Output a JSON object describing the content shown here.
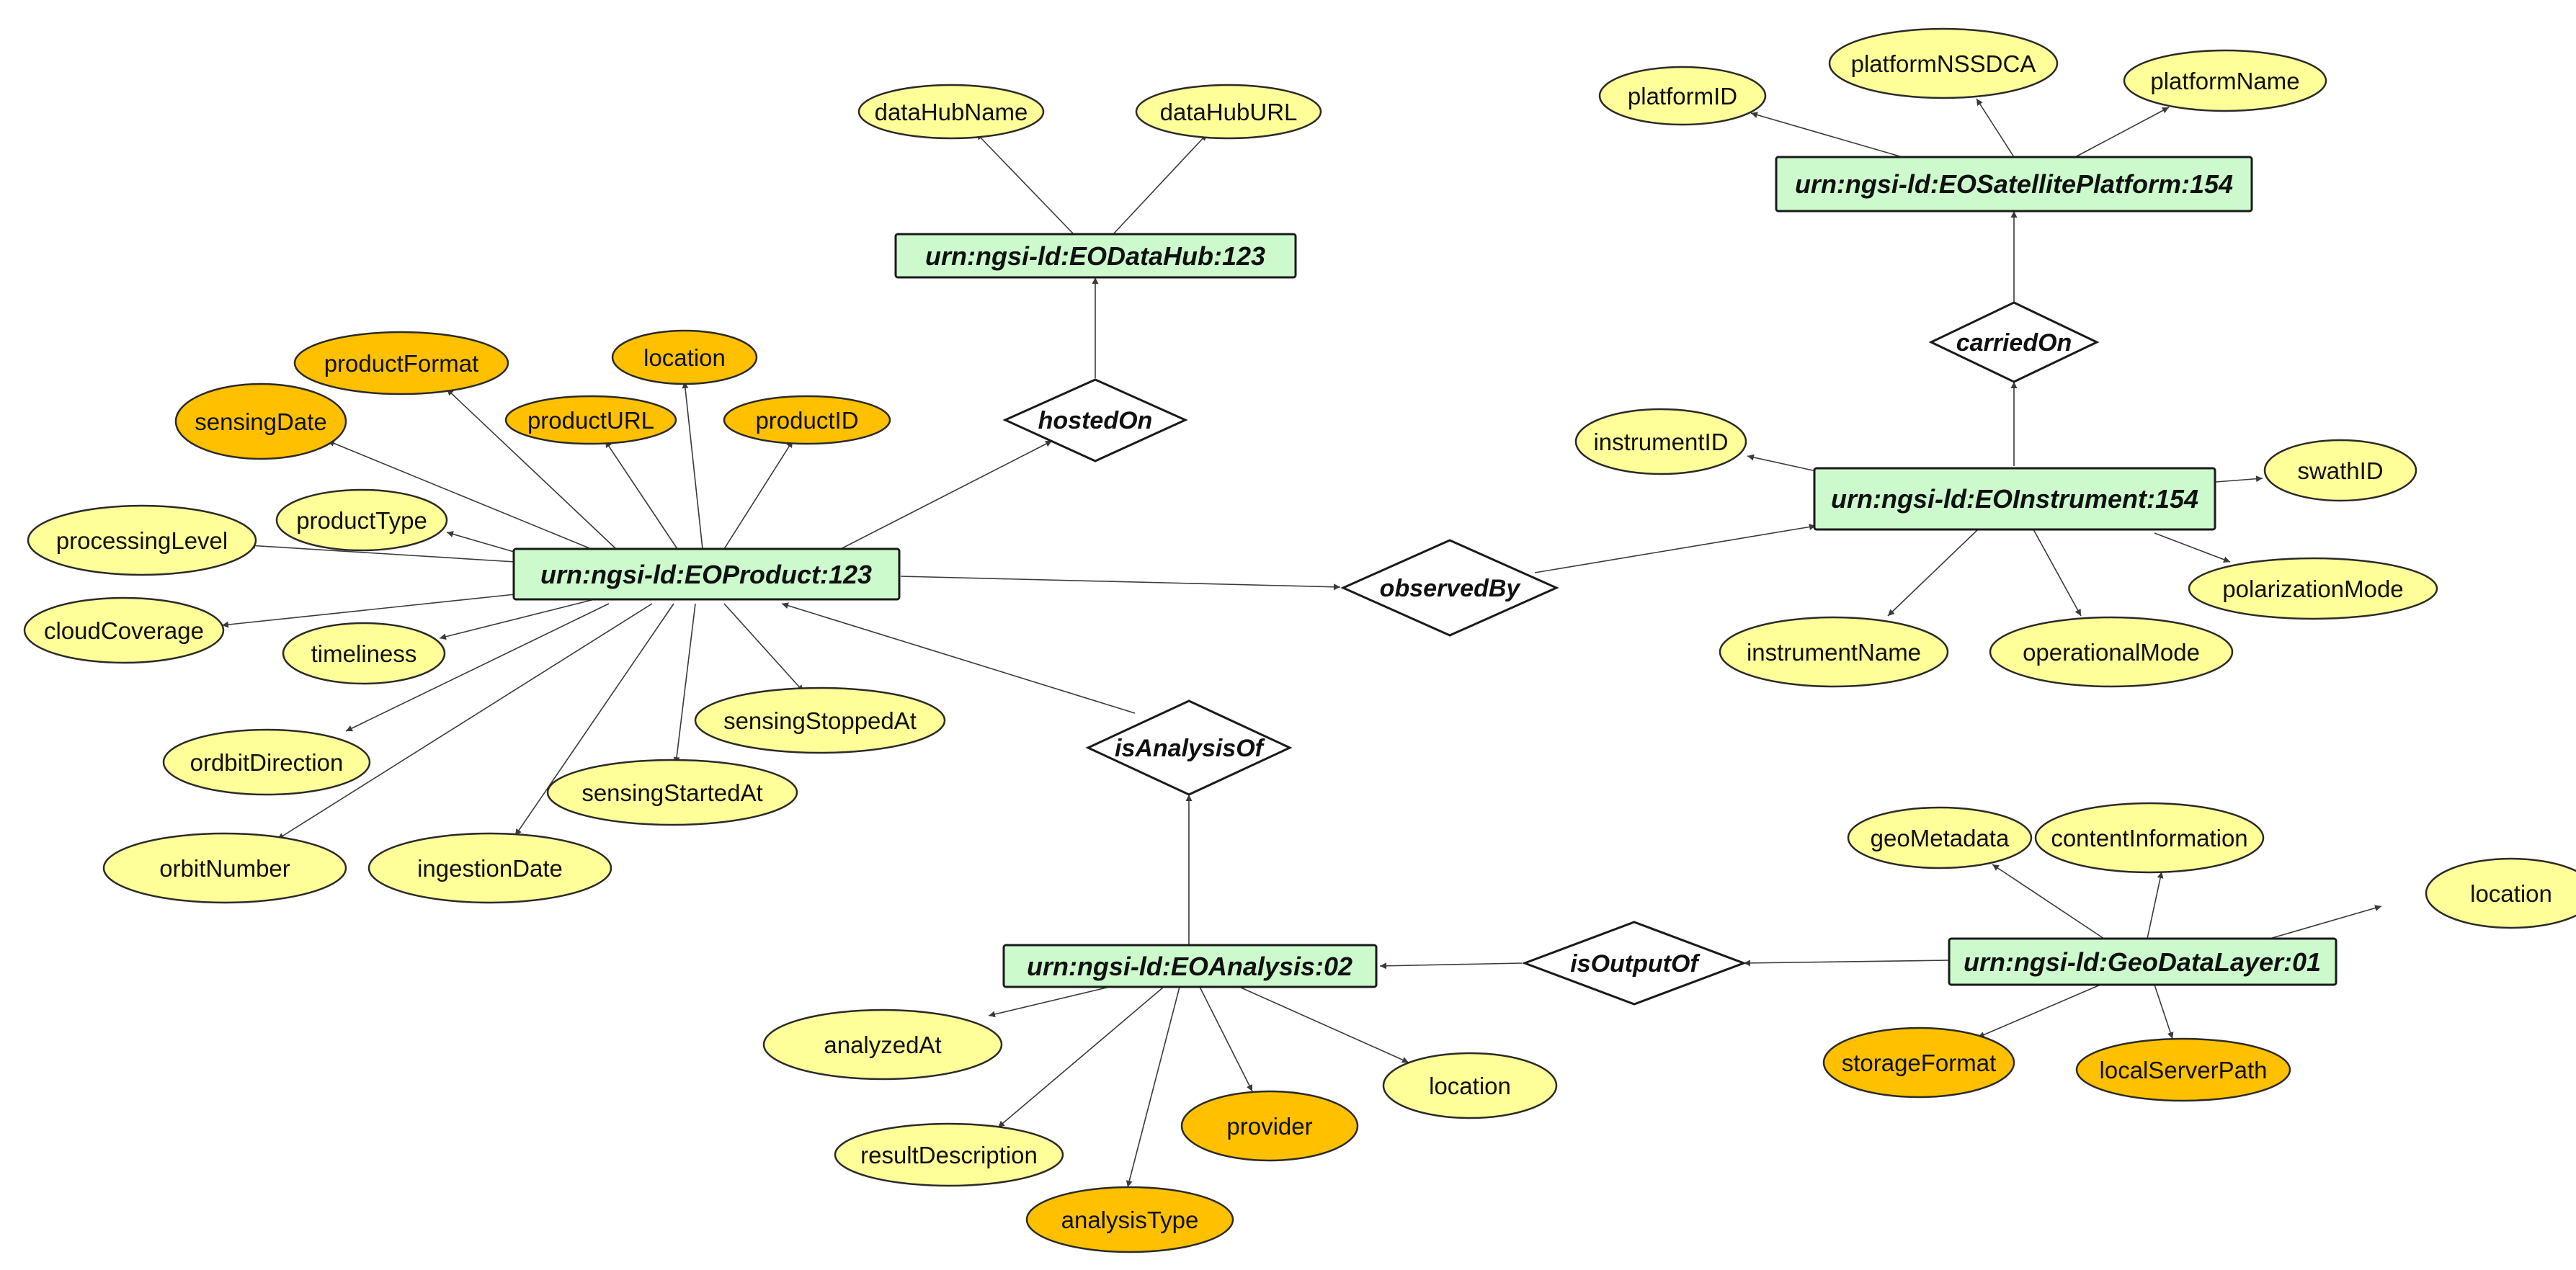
{
  "colors": {
    "entity_fill": "#ccfacd",
    "relationship_fill": "#ffffff",
    "attribute_fill": "#ffff99",
    "attribute_highlight_fill": "#ffc000",
    "line": "#3a3a3a"
  },
  "entities": {
    "dataHub": "urn:ngsi-ld:EODataHub:123",
    "satellitePlatform": "urn:ngsi-ld:EOSatellitePlatform:154",
    "instrument": "urn:ngsi-ld:EOInstrument:154",
    "product": "urn:ngsi-ld:EOProduct:123",
    "analysis": "urn:ngsi-ld:EOAnalysis:02",
    "geoDataLayer": "urn:ngsi-ld:GeoDataLayer:01"
  },
  "relationships": {
    "hostedOn": "hostedOn",
    "carriedOn": "carriedOn",
    "observedBy": "observedBy",
    "isAnalysisOf": "isAnalysisOf",
    "isOutputOf": "isOutputOf"
  },
  "attributes": {
    "dataHubName": "dataHubName",
    "dataHubURL": "dataHubURL",
    "platformID": "platformID",
    "platformNSSDCA": "platformNSSDCA",
    "platformName": "platformName",
    "instrumentID": "instrumentID",
    "swathID": "swathID",
    "polarizationMode": "polarizationMode",
    "instrumentName": "instrumentName",
    "operationalMode": "operationalMode",
    "productFormat": "productFormat",
    "productLocation": "location",
    "sensingDate": "sensingDate",
    "productURL": "productURL",
    "productID": "productID",
    "productType": "productType",
    "processingLevel": "processingLevel",
    "cloudCoverage": "cloudCoverage",
    "timeliness": "timeliness",
    "ordbitDirection": "ordbitDirection",
    "sensingStoppedAt": "sensingStoppedAt",
    "sensingStartedAt": "sensingStartedAt",
    "orbitNumber": "orbitNumber",
    "ingestionDate": "ingestionDate",
    "geoMetadata": "geoMetadata",
    "contentInformation": "contentInformation",
    "layerLocation": "location",
    "storageFormat": "storageFormat",
    "localServerPath": "localServerPath",
    "analyzedAt": "analyzedAt",
    "analysisLocation": "location",
    "resultDescription": "resultDescription",
    "provider": "provider",
    "analysisType": "analysisType"
  }
}
